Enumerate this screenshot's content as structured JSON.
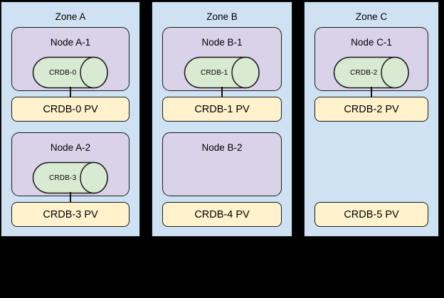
{
  "diagram": {
    "description": "CockroachDB pods across availability zones with persistent volumes",
    "colors": {
      "background": "#000000",
      "zone_fill": "#cfe2f3",
      "node_fill": "#d9d2e9",
      "pod_fill": "#d9ead3",
      "pv_fill": "#fff2cc",
      "stroke": "#1b1b1b"
    },
    "zones": [
      {
        "title": "Zone A",
        "nodes": [
          {
            "label": "Node A-1",
            "pod": "CRDB-0"
          },
          {
            "label": "Node A-2",
            "pod": "CRDB-3"
          }
        ],
        "pvs": [
          {
            "label": "CRDB-0 PV"
          },
          {
            "label": "CRDB-3 PV"
          }
        ]
      },
      {
        "title": "Zone B",
        "nodes": [
          {
            "label": "Node B-1",
            "pod": "CRDB-1"
          },
          {
            "label": "Node B-2"
          }
        ],
        "pvs": [
          {
            "label": "CRDB-1 PV"
          },
          {
            "label": "CRDB-4 PV"
          }
        ]
      },
      {
        "title": "Zone C",
        "nodes": [
          {
            "label": "Node C-1",
            "pod": "CRDB-2"
          }
        ],
        "pvs": [
          {
            "label": "CRDB-2 PV"
          },
          {
            "label": "CRDB-5 PV"
          }
        ]
      }
    ]
  }
}
